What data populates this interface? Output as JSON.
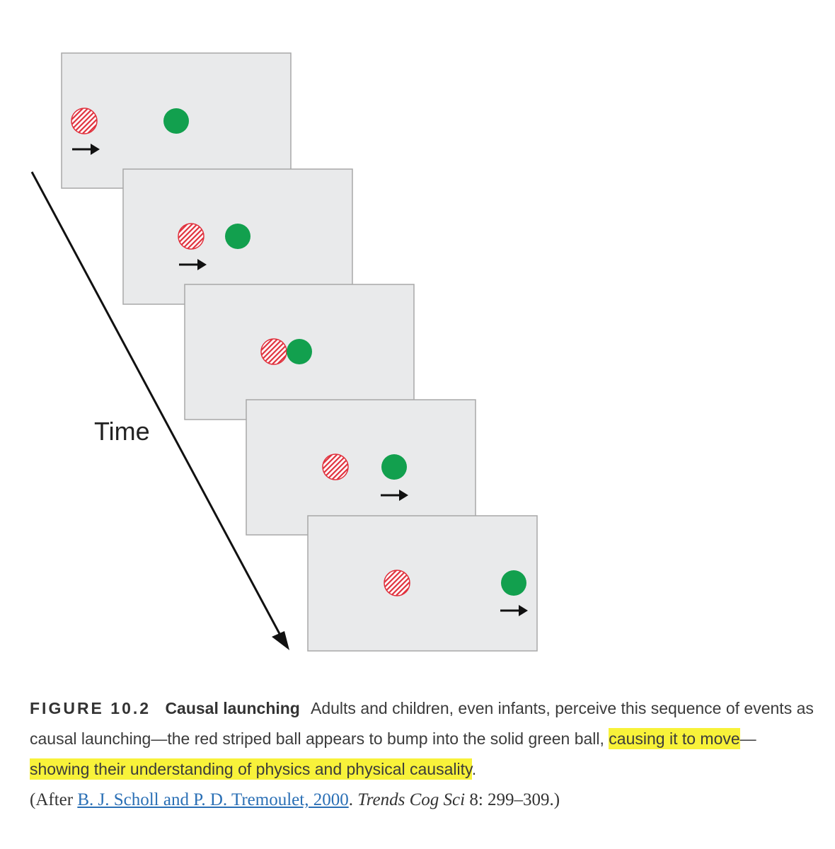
{
  "figure": {
    "time_label": "Time",
    "colors": {
      "panel_fill": "#e9eaeb",
      "panel_stroke": "#a8a8a8",
      "red_ball": "#e0303c",
      "green_ball": "#12a04e",
      "arrow": "#111111"
    },
    "panels": [
      {
        "index": 1,
        "red_arrow": true,
        "green_arrow": false
      },
      {
        "index": 2,
        "red_arrow": true,
        "green_arrow": false
      },
      {
        "index": 3,
        "red_arrow": false,
        "green_arrow": false
      },
      {
        "index": 4,
        "red_arrow": false,
        "green_arrow": true
      },
      {
        "index": 5,
        "red_arrow": false,
        "green_arrow": true
      }
    ]
  },
  "caption": {
    "label": "FIGURE 10.2",
    "title": "Causal launching",
    "text_1": "Adults and children, even infants, perceive this sequence of events as causal launching—the red striped ball appears to bump into the solid green ball, ",
    "highlight_1": "causing it to move",
    "text_2": "—",
    "highlight_2": "showing their understanding of physics and physical causality",
    "text_3": ".",
    "cite_open": "(After ",
    "cite_link": "B. J. Scholl and P. D. Tremoulet, 2000",
    "cite_mid": ". ",
    "cite_journal": "Trends Cog Sci",
    "cite_end": " 8: 299–309.)"
  }
}
